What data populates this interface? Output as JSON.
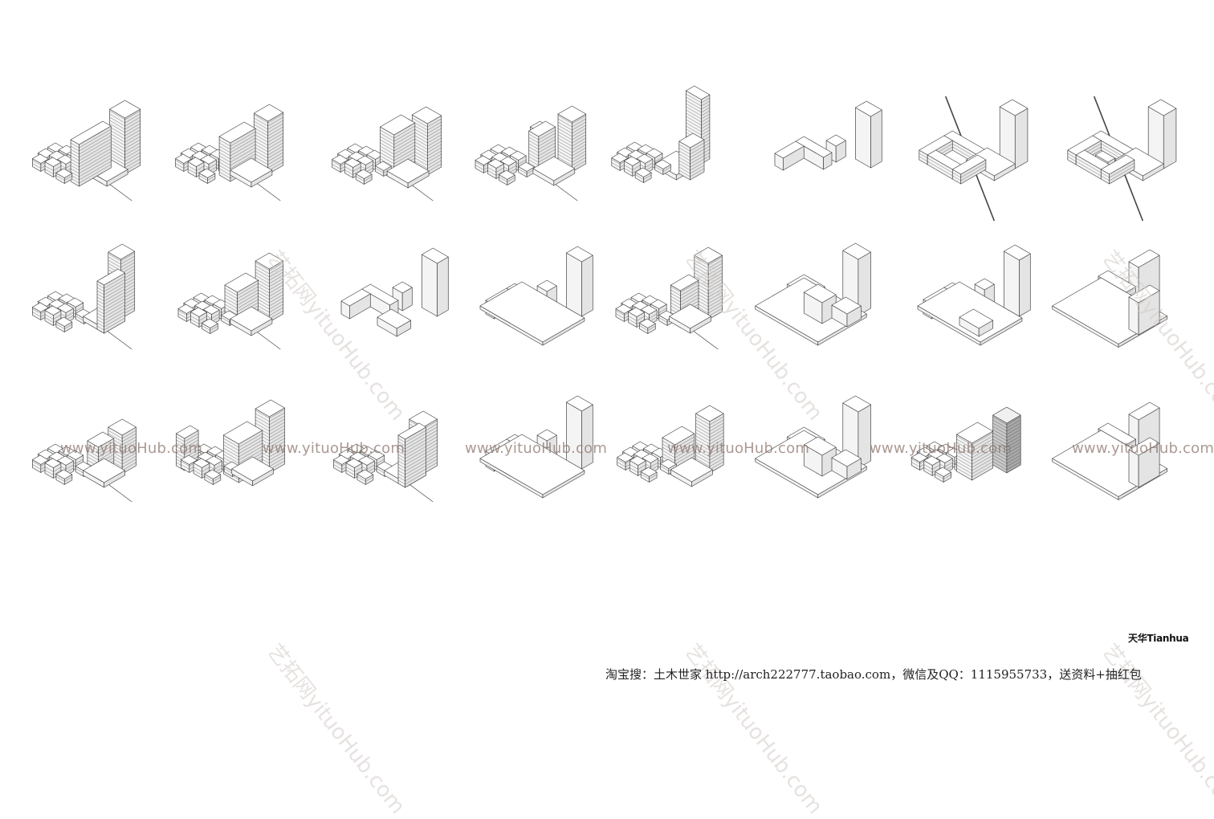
{
  "watermark": {
    "url_text": "www.yituoHub.com",
    "diagonal_text": "艺拓网yituoHub.com"
  },
  "brand": {
    "logo_text": "天华Tianhua"
  },
  "footer": {
    "note": "淘宝搜：土木世家 http://arch222777.taobao.com，微信及QQ：1115955733，送资料+抽红包"
  },
  "diagram": {
    "rows": 3,
    "columns": 8,
    "line_color": "#444444",
    "fill_top": "#ffffff",
    "fill_left": "#f4f4f4",
    "fill_right": "#e4e4e4"
  }
}
